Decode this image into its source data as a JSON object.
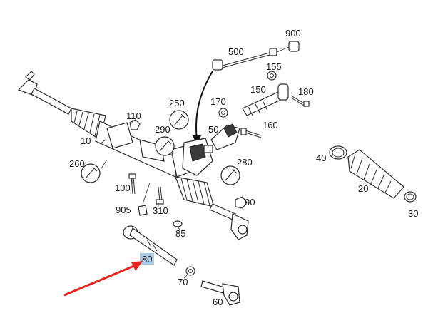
{
  "parts": {
    "p900": "900",
    "p500": "500",
    "p155": "155",
    "p150": "150",
    "p180": "180",
    "p250": "250",
    "p170": "170",
    "p110": "110",
    "p10": "10",
    "p290": "290",
    "p50": "50",
    "p160": "160",
    "p260": "260",
    "p280": "280",
    "p40": "40",
    "p100": "100",
    "p20": "20",
    "p90": "90",
    "p905": "905",
    "p310": "310",
    "p30": "30",
    "p85": "85",
    "p80": "80",
    "p70": "70",
    "p60": "60"
  },
  "highlight": {
    "part": "80",
    "highlight_color": "#a9cbe8",
    "arrow_color": "#e8241c"
  }
}
